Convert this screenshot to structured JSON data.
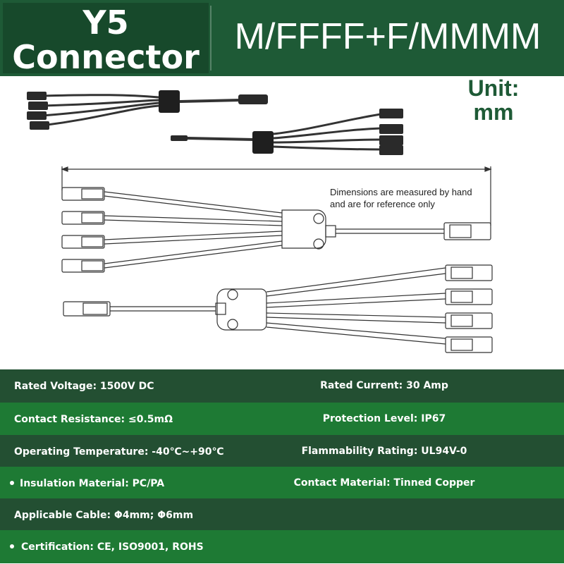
{
  "title": {
    "line1": "Y5",
    "line2": "Connector"
  },
  "subtitle": "M/FFFF+F/MMMM",
  "unit": {
    "line1": "Unit:",
    "line2": "mm"
  },
  "note": {
    "line1": "Dimensions are measured by hand",
    "line2": "and are for reference only"
  },
  "specs": [
    {
      "left": "Rated Voltage: 1500V DC",
      "right": "Rated Current: 30 Amp"
    },
    {
      "left": "Contact Resistance: ≤0.5mΩ",
      "right": "Protection Level: IP67"
    },
    {
      "left": "Operating Temperature: -40℃~+90℃",
      "right": "Flammability Rating: UL94V-0"
    },
    {
      "left": "Insulation Material: PC/PA",
      "right": "Contact Material: Tinned Copper"
    },
    {
      "left": "Applicable Cable: Φ4mm; Φ6mm",
      "right": ""
    },
    {
      "left": "Certification: CE, ISO9001, ROHS",
      "right": ""
    }
  ],
  "colors": {
    "header": "#1e5a36",
    "title_box": "#17492b",
    "row_dark": "#234f32",
    "row_bright": "#1e7a34",
    "unit_text": "#1e5a36"
  },
  "icons": [
    "bullet-icon"
  ]
}
